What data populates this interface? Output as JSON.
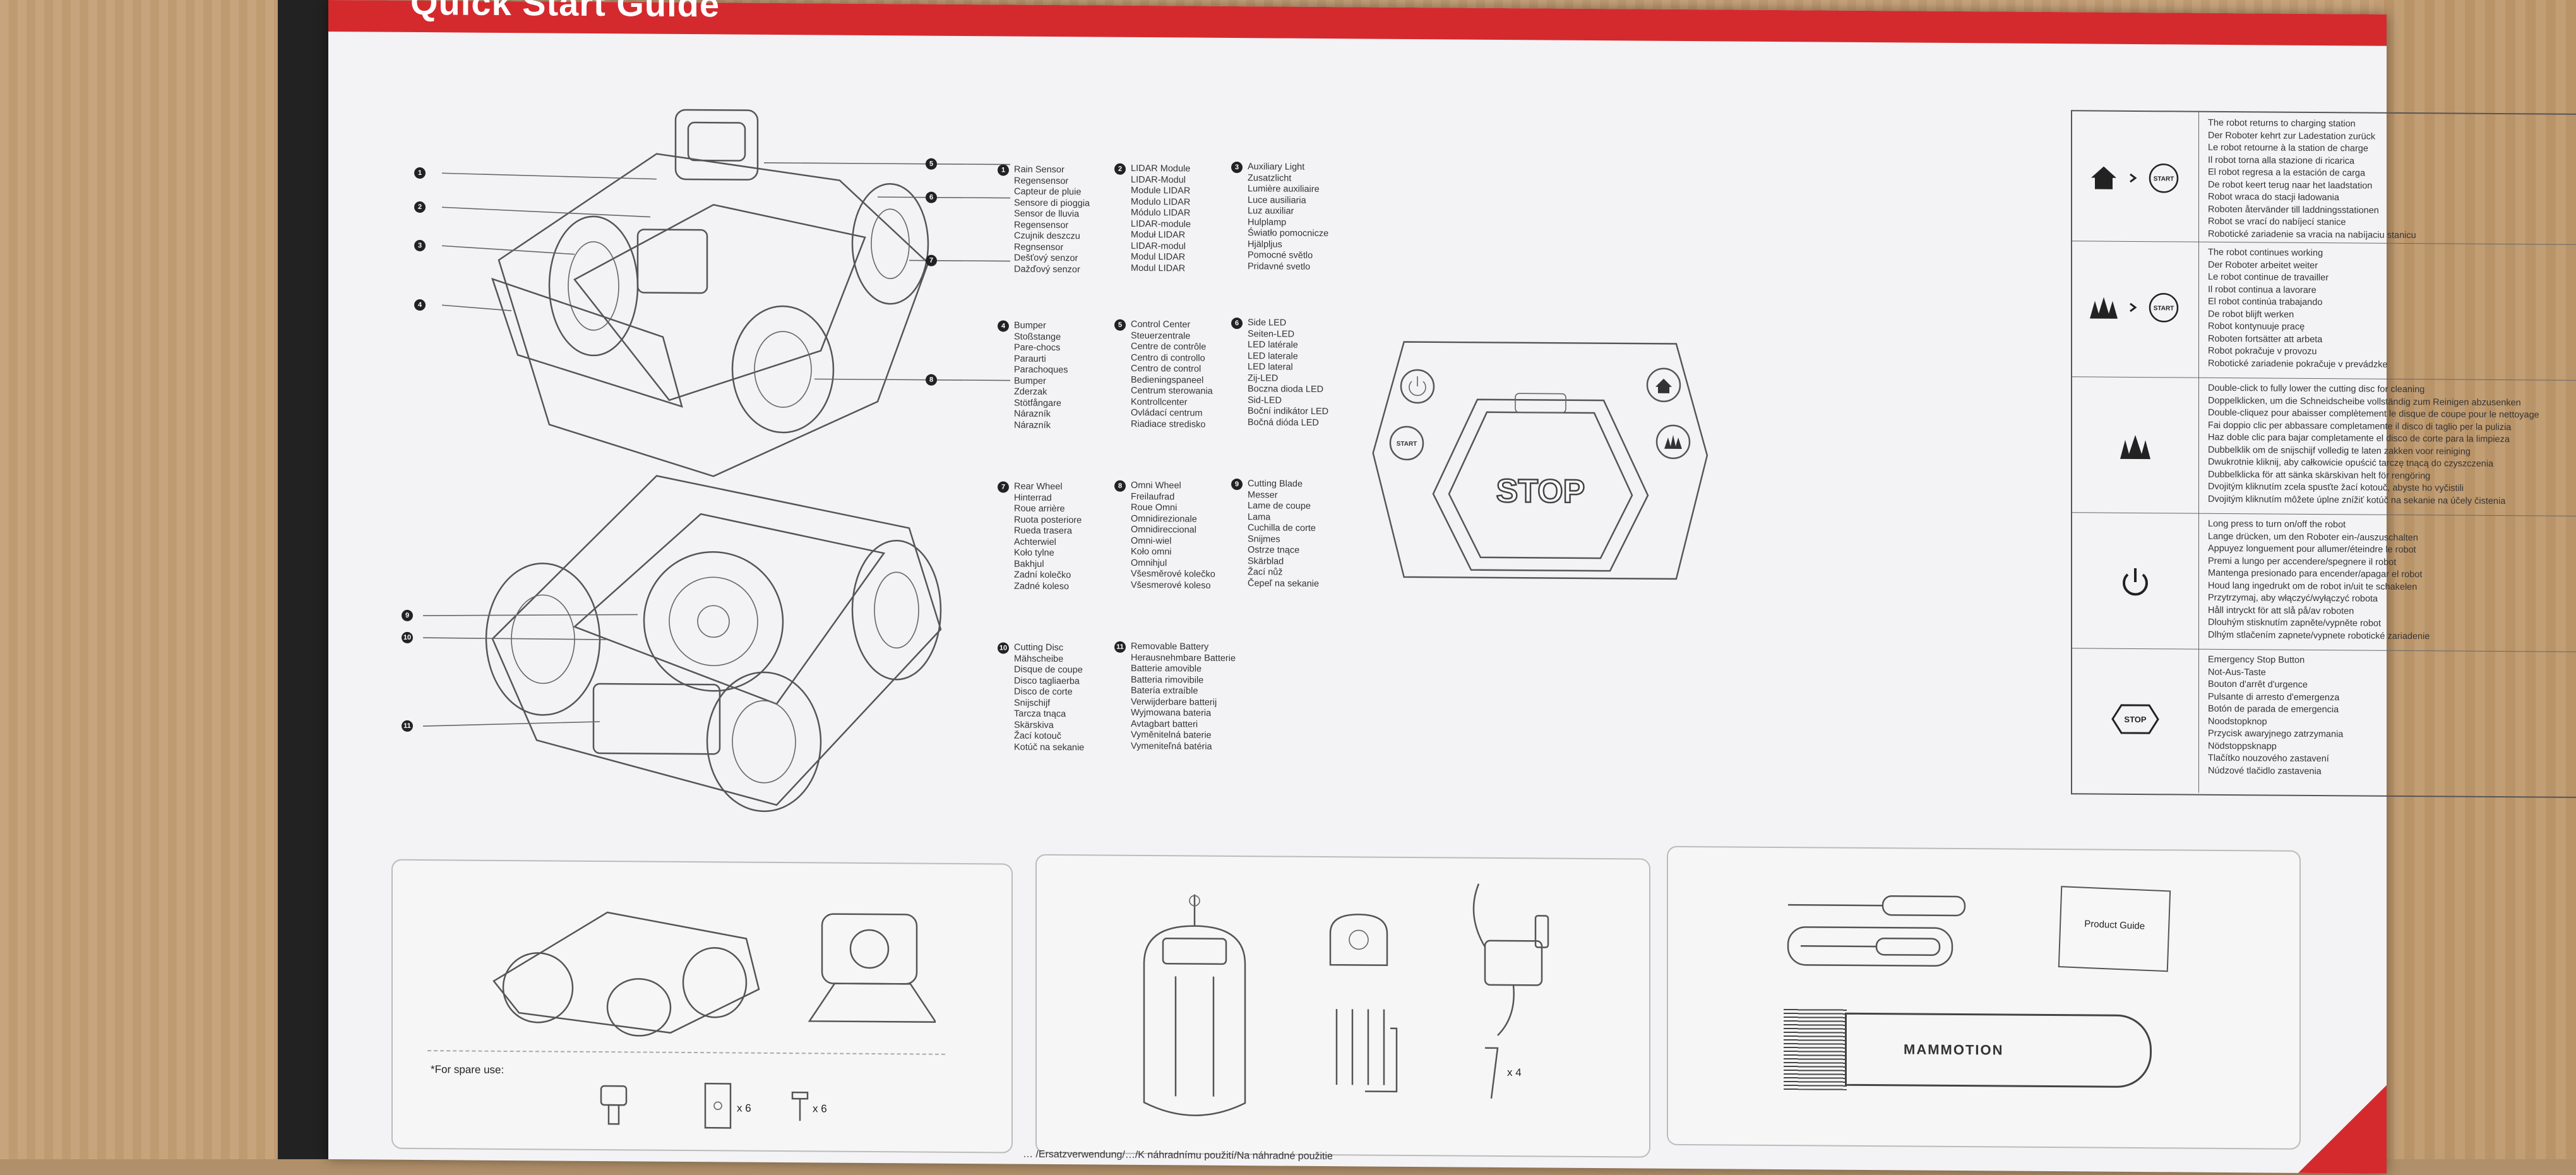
{
  "header": {
    "title": "Quick Start Guide"
  },
  "callouts": [
    "1",
    "2",
    "3",
    "4",
    "5",
    "6",
    "7",
    "8",
    "9",
    "10",
    "11"
  ],
  "legend": [
    {
      "num": "1",
      "lines": [
        "Rain Sensor",
        "Regensensor",
        "Capteur de pluie",
        "Sensore di pioggia",
        "Sensor de lluvia",
        "Regensensor",
        "Czujnik deszczu",
        "Regnsensor",
        "Dešťový senzor",
        "Dažďový senzor"
      ]
    },
    {
      "num": "2",
      "lines": [
        "LIDAR Module",
        "LIDAR-Modul",
        "Module LIDAR",
        "Modulo LIDAR",
        "Módulo LIDAR",
        "LIDAR-module",
        "Moduł LIDAR",
        "LIDAR-modul",
        "Modul LIDAR",
        "Modul LIDAR"
      ]
    },
    {
      "num": "3",
      "lines": [
        "Auxiliary Light",
        "Zusatzlicht",
        "Lumière auxiliaire",
        "Luce ausiliaria",
        "Luz auxiliar",
        "Hulplamp",
        "Światło pomocnicze",
        "Hjälpljus",
        "Pomocné světlo",
        "Pridavné svetlo"
      ]
    },
    {
      "num": "4",
      "lines": [
        "Bumper",
        "Stoßstange",
        "Pare-chocs",
        "Paraurti",
        "Parachoques",
        "Bumper",
        "Zderzak",
        "Stötfångare",
        "Nárazník",
        "Nárazník"
      ]
    },
    {
      "num": "5",
      "lines": [
        "Control Center",
        "Steuerzentrale",
        "Centre de contrôle",
        "Centro di controllo",
        "Centro de control",
        "Bedieningspaneel",
        "Centrum sterowania",
        "Kontrollcenter",
        "Ovládací centrum",
        "Riadiace stredisko"
      ]
    },
    {
      "num": "6",
      "lines": [
        "Side LED",
        "Seiten-LED",
        "LED latérale",
        "LED laterale",
        "LED lateral",
        "Zij-LED",
        "Boczna dioda LED",
        "Sid-LED",
        "Boční indikátor LED",
        "Bočná dióda LED"
      ]
    },
    {
      "num": "7",
      "lines": [
        "Rear Wheel",
        "Hinterrad",
        "Roue arrière",
        "Ruota posteriore",
        "Rueda trasera",
        "Achterwiel",
        "Koło tylne",
        "Bakhjul",
        "Zadní kolečko",
        "Zadné koleso"
      ]
    },
    {
      "num": "8",
      "lines": [
        "Omni Wheel",
        "Freilaufrad",
        "Roue Omni",
        "Omnidirezionale",
        "Omnidireccional",
        "Omni-wiel",
        "Koło omni",
        "Omnihjul",
        "Všesměrové kolečko",
        "Všesmerové koleso"
      ]
    },
    {
      "num": "9",
      "lines": [
        "Cutting Blade",
        "Messer",
        "Lame de coupe",
        "Lama",
        "Cuchilla de corte",
        "Snijmes",
        "Ostrze tnące",
        "Skärblad",
        "Žací nůž",
        "Čepeľ na sekanie"
      ]
    },
    {
      "num": "10",
      "lines": [
        "Cutting Disc",
        "Mähscheibe",
        "Disque de coupe",
        "Disco tagliaerba",
        "Disco de corte",
        "Snijschijf",
        "Tarcza tnąca",
        "Skärskiva",
        "Žací kotouč",
        "Kotúč na sekanie"
      ]
    },
    {
      "num": "11",
      "lines": [
        "Removable Battery",
        "Herausnehmbare Batterie",
        "Batterie amovible",
        "Batteria rimovibile",
        "Batería extraíble",
        "Verwijderbare batterij",
        "Wyjmowana bateria",
        "Avtagbart batteri",
        "Vyměnitelná baterie",
        "Vymeniteľná batéria"
      ]
    }
  ],
  "panel": {
    "stop_label": "STOP",
    "start_label": "START"
  },
  "table": [
    {
      "icon": "home-start",
      "lines": [
        "The robot returns to charging station",
        "Der Roboter kehrt zur Ladestation zurück",
        "Le robot retourne à la station de charge",
        "Il robot torna alla stazione di ricarica",
        "El robot regresa a la estación de carga",
        "De robot keert terug naar het laadstation",
        "Robot wraca do stacji ładowania",
        "Roboten återvänder till laddningsstationen",
        "Robot se vrací do nabíjecí stanice",
        "Robotické zariadenie sa vracia na nabíjaciu stanicu"
      ]
    },
    {
      "icon": "mow-start",
      "lines": [
        "The robot continues working",
        "Der Roboter arbeitet weiter",
        "Le robot continue de travailler",
        "Il robot continua a lavorare",
        "El robot continúa trabajando",
        "De robot blijft werken",
        "Robot kontynuuje pracę",
        "Roboten fortsätter att arbeta",
        "Robot pokračuje v provozu",
        "Robotické zariadenie pokračuje v prevádzke"
      ]
    },
    {
      "icon": "mow",
      "lines": [
        "Double-click to fully lower the cutting disc for cleaning",
        "Doppelklicken, um die Schneidscheibe vollständig zum Reinigen abzusenken",
        "Double-cliquez pour abaisser complètement le disque de coupe pour le nettoyage",
        "Fai doppio clic per abbassare completamente il disco di taglio per la pulizia",
        "Haz doble clic para bajar completamente el disco de corte para la limpieza",
        "Dubbelklik om de snijschijf volledig te laten zakken voor reiniging",
        "Dwukrotnie kliknij, aby całkowicie opuścić tarczę tnącą do czyszczenia",
        "Dubbelklicka för att sänka skärskivan helt för rengöring",
        "Dvojitým kliknutím zcela spusťte žací kotouč, abyste ho vyčistili",
        "Dvojitým kliknutím môžete úplne znížiť kotúč na sekanie na účely čistenia"
      ]
    },
    {
      "icon": "power",
      "lines": [
        "Long press to turn on/off the robot",
        "Lange drücken, um den Roboter ein-/auszuschalten",
        "Appuyez longuement pour allumer/éteindre le robot",
        "Premi a lungo per accendere/spegnere il robot",
        "Mantenga presionado para encender/apagar el robot",
        "Houd lang ingedrukt om de robot in/uit te schakelen",
        "Przytrzymaj, aby włączyć/wyłączyć robota",
        "Håll intryckt för att slå på/av roboten",
        "Dlouhým stisknutím zapněte/vypněte robot",
        "Dlhým stlačením zapnete/vypnete robotické zariadenie"
      ]
    },
    {
      "icon": "stop",
      "lines": [
        "Emergency Stop Button",
        "Not-Aus-Taste",
        "Bouton d'arrêt d'urgence",
        "Pulsante di arresto d'emergenza",
        "Botón de parada de emergencia",
        "Noodstopknop",
        "Przycisk awaryjnego zatrzymania",
        "Nödstoppsknapp",
        "Tlačítko nouzového zastavení",
        "Núdzové tlačidlo zastavenia"
      ]
    }
  ],
  "box_contents": {
    "spare_use": "*For spare use:",
    "qty_6a": "x 6",
    "qty_6b": "x 6",
    "qty_4": "x 4",
    "product_guide": "Product Guide",
    "brush_brand": "MAMMOTION",
    "footer_text": "… /Ersatzverwendung/…/K náhradnímu použití/Na náhradné použitie"
  }
}
